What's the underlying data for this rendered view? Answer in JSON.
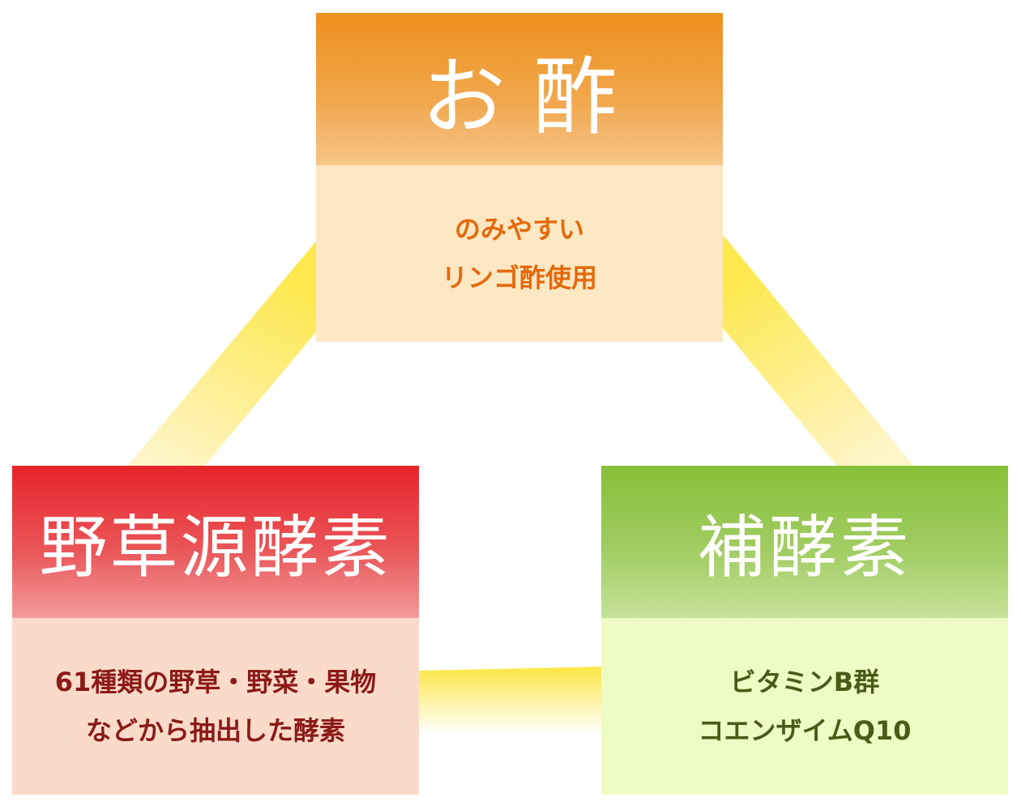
{
  "colors": {
    "connector": "#fde96a",
    "vinegar_header": "#ed901c",
    "vinegar_body": "#fde8c3",
    "vinegar_text": "#e4690d",
    "wild_header": "#e7242a",
    "wild_body": "#fadbc9",
    "wild_text": "#8b1a17",
    "coenzyme_header": "#87c039",
    "coenzyme_body": "#eefbc3",
    "coenzyme_text": "#4a5a17"
  },
  "diagram": {
    "nodes": [
      {
        "id": "vinegar",
        "title": "お酢",
        "lines": [
          "のみやすい",
          "リンゴ酢使用"
        ]
      },
      {
        "id": "wild",
        "title": "野草源酵素",
        "lines": [
          "61種類の野草・野菜・果物",
          "などから抽出した酵素"
        ]
      },
      {
        "id": "coenzyme",
        "title": "補酵素",
        "lines": [
          "ビタミンB群",
          "コエンザイムQ10"
        ]
      }
    ],
    "edges": [
      {
        "from": "vinegar",
        "to": "wild"
      },
      {
        "from": "vinegar",
        "to": "coenzyme"
      },
      {
        "from": "wild",
        "to": "coenzyme"
      }
    ]
  }
}
